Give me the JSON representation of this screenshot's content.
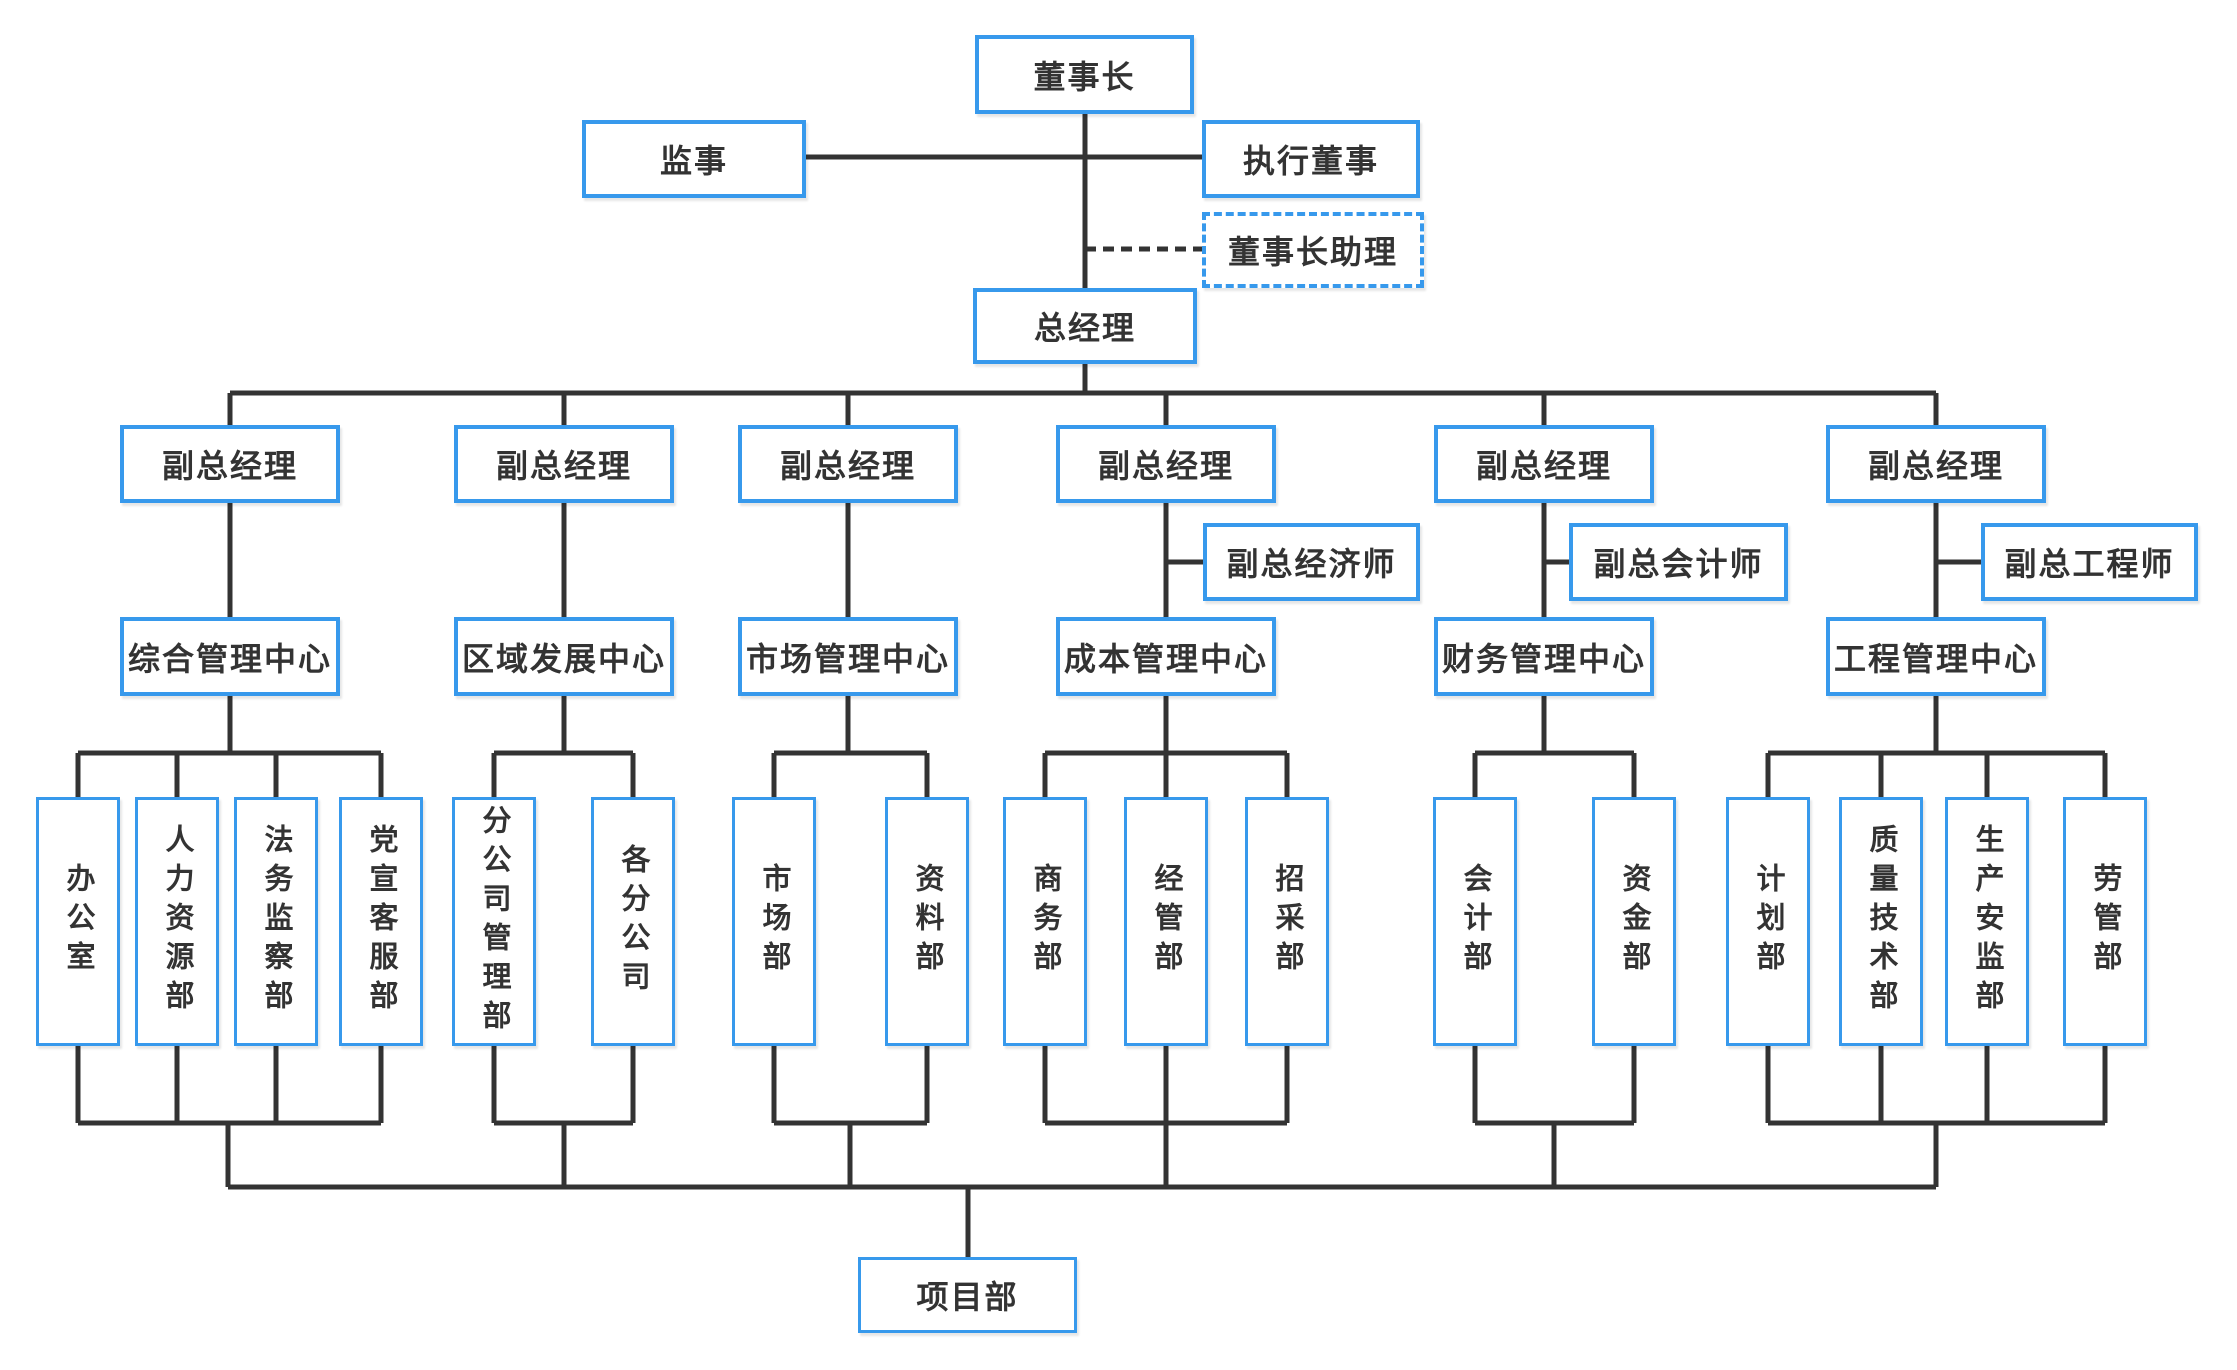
{
  "colors": {
    "box_border": "#3799EC",
    "connector": "#333333",
    "text": "#333333",
    "background": "#FFFFFF"
  },
  "top": {
    "chairman": "董事长",
    "supervisor": "监事",
    "executive_director": "执行董事",
    "chairman_assistant": "董事长助理",
    "general_manager": "总经理"
  },
  "columns": [
    {
      "deputy": "副总经理",
      "center": "综合管理中心",
      "departments": [
        "办公室",
        "人力资源部",
        "法务监察部",
        "党宣客服部"
      ]
    },
    {
      "deputy": "副总经理",
      "center": "区域发展中心",
      "departments": [
        "分公司管理部",
        "各分公司"
      ]
    },
    {
      "deputy": "副总经理",
      "center": "市场管理中心",
      "departments": [
        "市场部",
        "资料部"
      ]
    },
    {
      "deputy": "副总经理",
      "advisor": "副总经济师",
      "center": "成本管理中心",
      "departments": [
        "商务部",
        "经管部",
        "招采部"
      ]
    },
    {
      "deputy": "副总经理",
      "advisor": "副总会计师",
      "center": "财务管理中心",
      "departments": [
        "会计部",
        "资金部"
      ]
    },
    {
      "deputy": "副总经理",
      "advisor": "副总工程师",
      "center": "工程管理中心",
      "departments": [
        "计划部",
        "质量技术部",
        "生产安监部",
        "劳管部"
      ]
    }
  ],
  "bottom": {
    "project_department": "项目部"
  }
}
